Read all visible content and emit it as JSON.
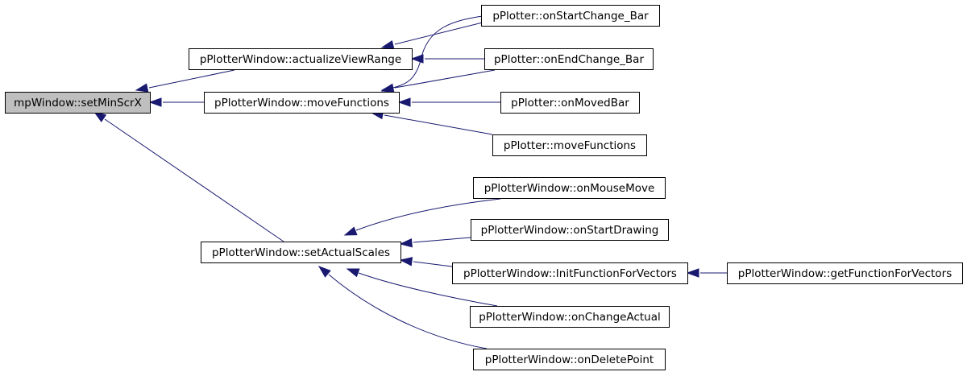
{
  "diagram": {
    "nodes": [
      {
        "id": "root",
        "label": "mpWindow::setMinScrX",
        "root": true
      },
      {
        "id": "avr",
        "label": "pPlotterWindow::actualizeViewRange"
      },
      {
        "id": "mf",
        "label": "pPlotterWindow::moveFunctions"
      },
      {
        "id": "sas",
        "label": "pPlotterWindow::setActualScales"
      },
      {
        "id": "oscb",
        "label": "pPlotter::onStartChange_Bar"
      },
      {
        "id": "oecb",
        "label": "pPlotter::onEndChange_Bar"
      },
      {
        "id": "omb",
        "label": "pPlotter::onMovedBar"
      },
      {
        "id": "pmf",
        "label": "pPlotter::moveFunctions"
      },
      {
        "id": "omm",
        "label": "pPlotterWindow::onMouseMove"
      },
      {
        "id": "osd",
        "label": "pPlotterWindow::onStartDrawing"
      },
      {
        "id": "iffv",
        "label": "pPlotterWindow::InitFunctionForVectors"
      },
      {
        "id": "gffv",
        "label": "pPlotterWindow::getFunctionForVectors"
      },
      {
        "id": "oca",
        "label": "pPlotterWindow::onChangeActual"
      },
      {
        "id": "odp",
        "label": "pPlotterWindow::onDeletePoint"
      }
    ],
    "edges": [
      {
        "from": "avr",
        "to": "root"
      },
      {
        "from": "mf",
        "to": "root"
      },
      {
        "from": "sas",
        "to": "root"
      },
      {
        "from": "oscb",
        "to": "avr"
      },
      {
        "from": "oecb",
        "to": "avr"
      },
      {
        "from": "oscb",
        "to": "mf"
      },
      {
        "from": "oecb",
        "to": "mf"
      },
      {
        "from": "omb",
        "to": "mf"
      },
      {
        "from": "pmf",
        "to": "mf"
      },
      {
        "from": "omm",
        "to": "sas"
      },
      {
        "from": "osd",
        "to": "sas"
      },
      {
        "from": "iffv",
        "to": "sas"
      },
      {
        "from": "oca",
        "to": "sas"
      },
      {
        "from": "odp",
        "to": "sas"
      },
      {
        "from": "gffv",
        "to": "iffv"
      }
    ]
  }
}
